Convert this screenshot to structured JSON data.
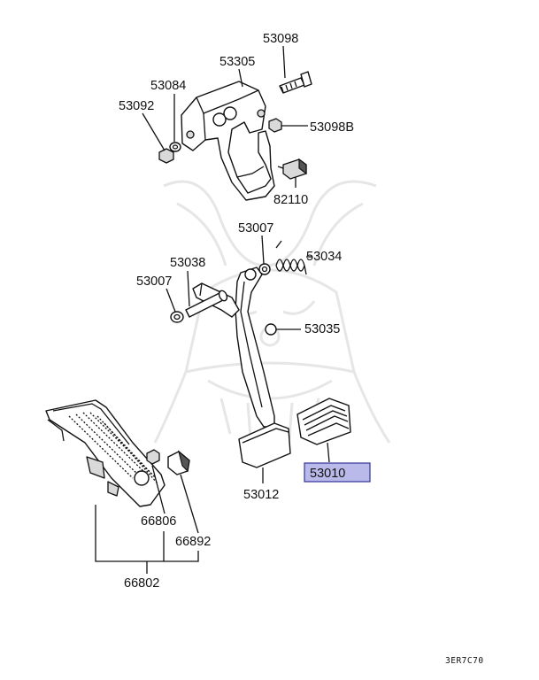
{
  "colors": {
    "ink": "#111111",
    "highlight_fill": "#b9b9ea",
    "highlight_border": "#333399",
    "watermark": "#e6e6e6"
  },
  "watermark_icon": "samurai-helmet-icon",
  "labels": {
    "p53098": "53098",
    "p53305": "53305",
    "p53084": "53084",
    "p53092": "53092",
    "p53098b": "53098B",
    "p82110": "82110",
    "p53007_top": "53007",
    "p53034": "53034",
    "p53038": "53038",
    "p53007_left": "53007",
    "p53035": "53035",
    "p53010": "53010",
    "p53012": "53012",
    "p66806": "66806",
    "p66892": "66892",
    "p66802": "66802"
  },
  "highlighted_part": "53010",
  "diagram_code": "3ER7C70"
}
